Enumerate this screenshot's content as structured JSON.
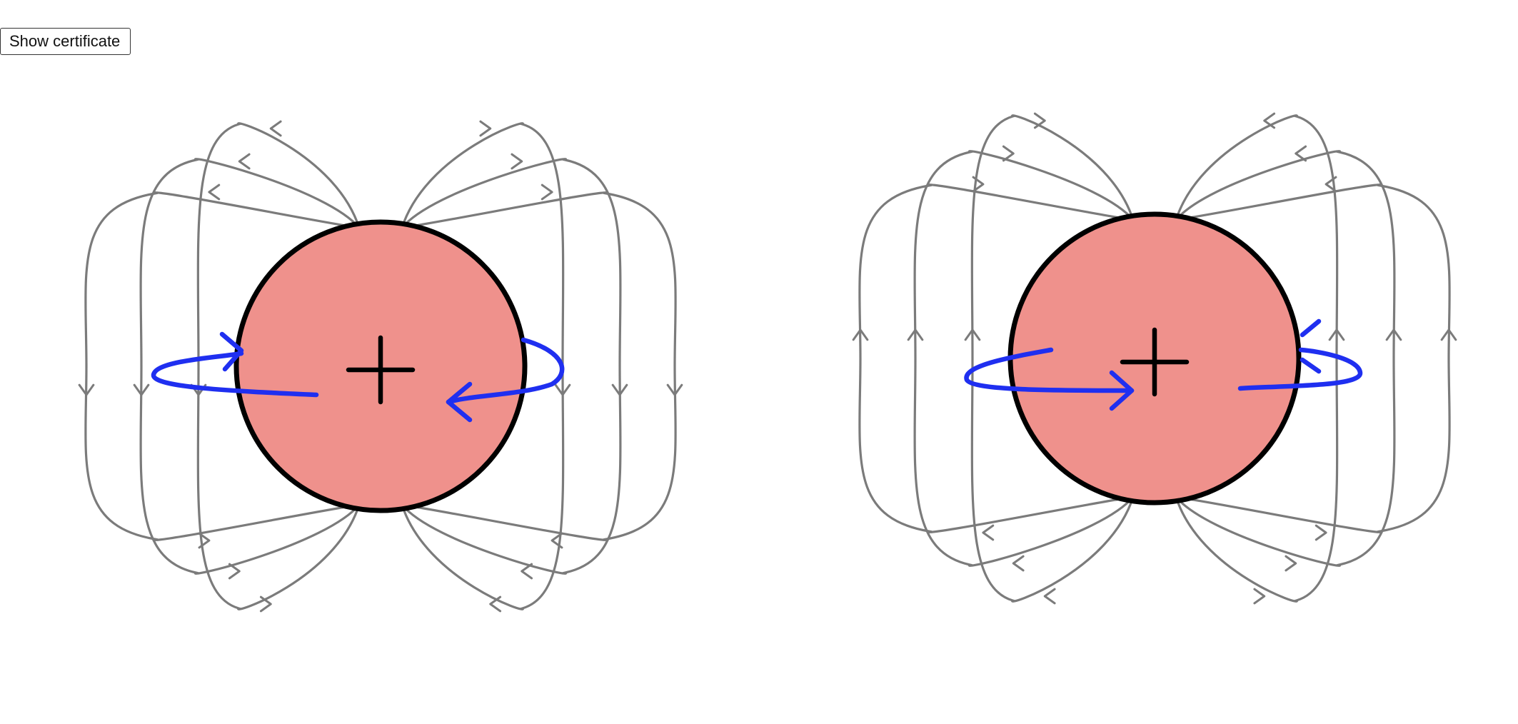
{
  "toolbar": {
    "show_certificate_label": "Show certificate"
  },
  "figures": [
    {
      "name": "left-nucleus",
      "field_direction": "down",
      "spin_direction": "counterclockwise"
    },
    {
      "name": "right-nucleus",
      "field_direction": "up",
      "spin_direction": "clockwise"
    }
  ],
  "nucleus": {
    "symbol": "+"
  },
  "colors": {
    "nucleus_fill": "#ef918c",
    "nucleus_outline": "#000000",
    "field_line": "#7b7b7b",
    "spin_arrow": "#1f2ff0",
    "background": "#ffffff"
  }
}
